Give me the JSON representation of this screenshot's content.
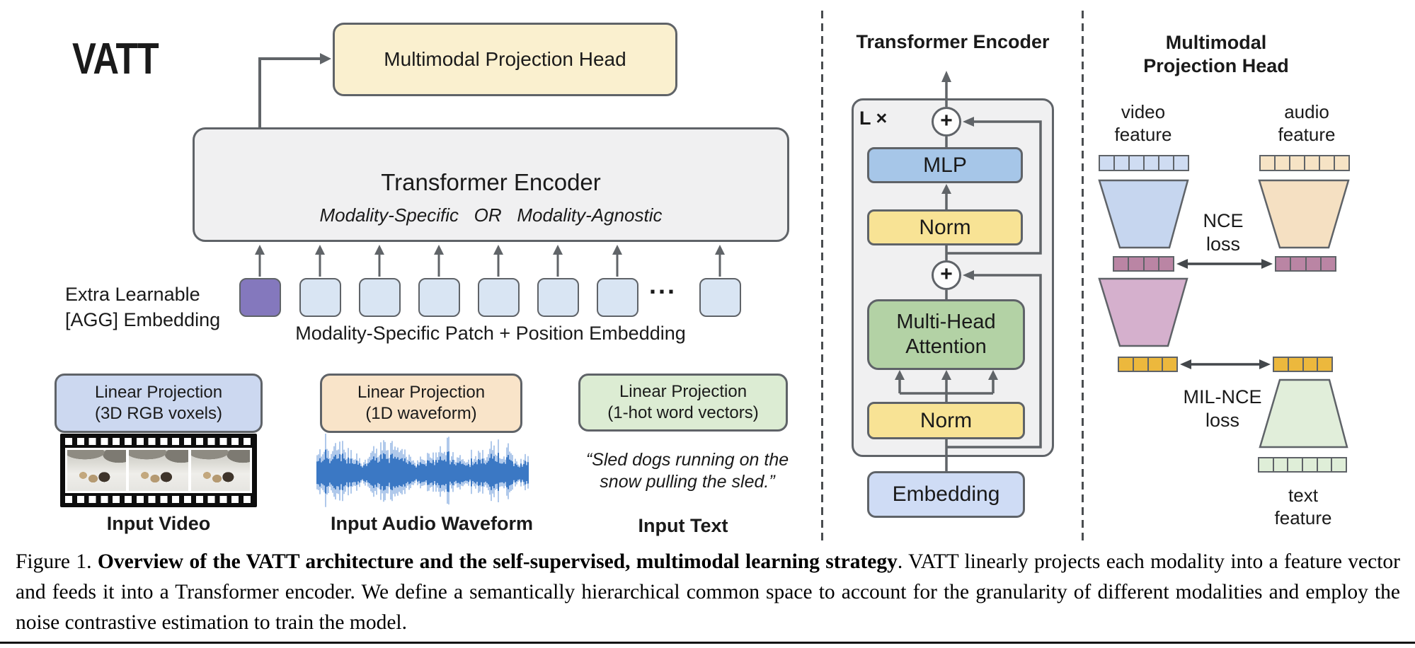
{
  "diagram": {
    "vatt": "VATT",
    "mph_label": "Multimodal Projection Head",
    "encoder": {
      "title": "Transformer Encoder",
      "subtitle": "Modality-Specific   OR   Modality-Agnostic"
    },
    "agg": {
      "line1": "Extra Learnable",
      "line2": "[AGG] Embedding"
    },
    "patch_label": "Modality-Specific Patch + Position Embedding",
    "ellipsis": "...",
    "projections": [
      {
        "line1": "Linear Projection",
        "line2": "(3D RGB voxels)"
      },
      {
        "line1": "Linear Projection",
        "line2": "(1D waveform)"
      },
      {
        "line1": "Linear Projection",
        "line2": "(1-hot word vectors)"
      }
    ],
    "inputs": {
      "video_label": "Input Video",
      "audio_label": "Input Audio Waveform",
      "text_label": "Input Text",
      "quote1": "“Sled dogs running on the",
      "quote2": "snow pulling the sled.”"
    }
  },
  "encoder_detail": {
    "title": "Transformer Encoder",
    "repeat": "L ×",
    "plus": "+",
    "mlp": "MLP",
    "norm_top": "Norm",
    "attention1": "Multi-Head",
    "attention2": "Attention",
    "norm_bottom": "Norm",
    "embedding": "Embedding"
  },
  "head_detail": {
    "title1": "Multimodal",
    "title2": "Projection Head",
    "video1": "video",
    "video2": "feature",
    "audio1": "audio",
    "audio2": "feature",
    "nce1": "NCE",
    "nce2": "loss",
    "mil1": "MIL-NCE",
    "mil2": "loss",
    "text1": "text",
    "text2": "feature"
  },
  "caption": {
    "prefix": "Figure 1. ",
    "bold": "Overview of the VATT architecture and the self-supervised, multimodal learning strategy",
    "rest": ".  VATT linearly projects each modality into a feature vector and feeds it into a Transformer encoder. We define a semantically hierarchical common space to account for the granularity of different modalities and employ the noise contrastive estimation to train the model."
  },
  "colors": {
    "agg_token": "#8478bd",
    "patch_token": "#d9e5f3",
    "mph_box": "#faf0cf",
    "encoder_box": "#f0f0f1",
    "proj_video": "#ccd8f0",
    "proj_audio": "#f9e4c9",
    "proj_text": "#dcecd3",
    "mlp": "#a6c6e8",
    "norm": "#f8e395",
    "attention": "#b3d2a5",
    "embedding": "#cfdcf5",
    "video_feature": "#cfdcf2",
    "audio_feature": "#f6e3c5",
    "va_common_strip": "#ba85a4",
    "va_common_trapezoid": "#d5b0cd",
    "vat_common_strip": "#ecb83d",
    "text_feature": "#dfeed8",
    "text_trapezoid": "#e1eeda",
    "waveform": "#3a76c4",
    "line": "#606468"
  }
}
